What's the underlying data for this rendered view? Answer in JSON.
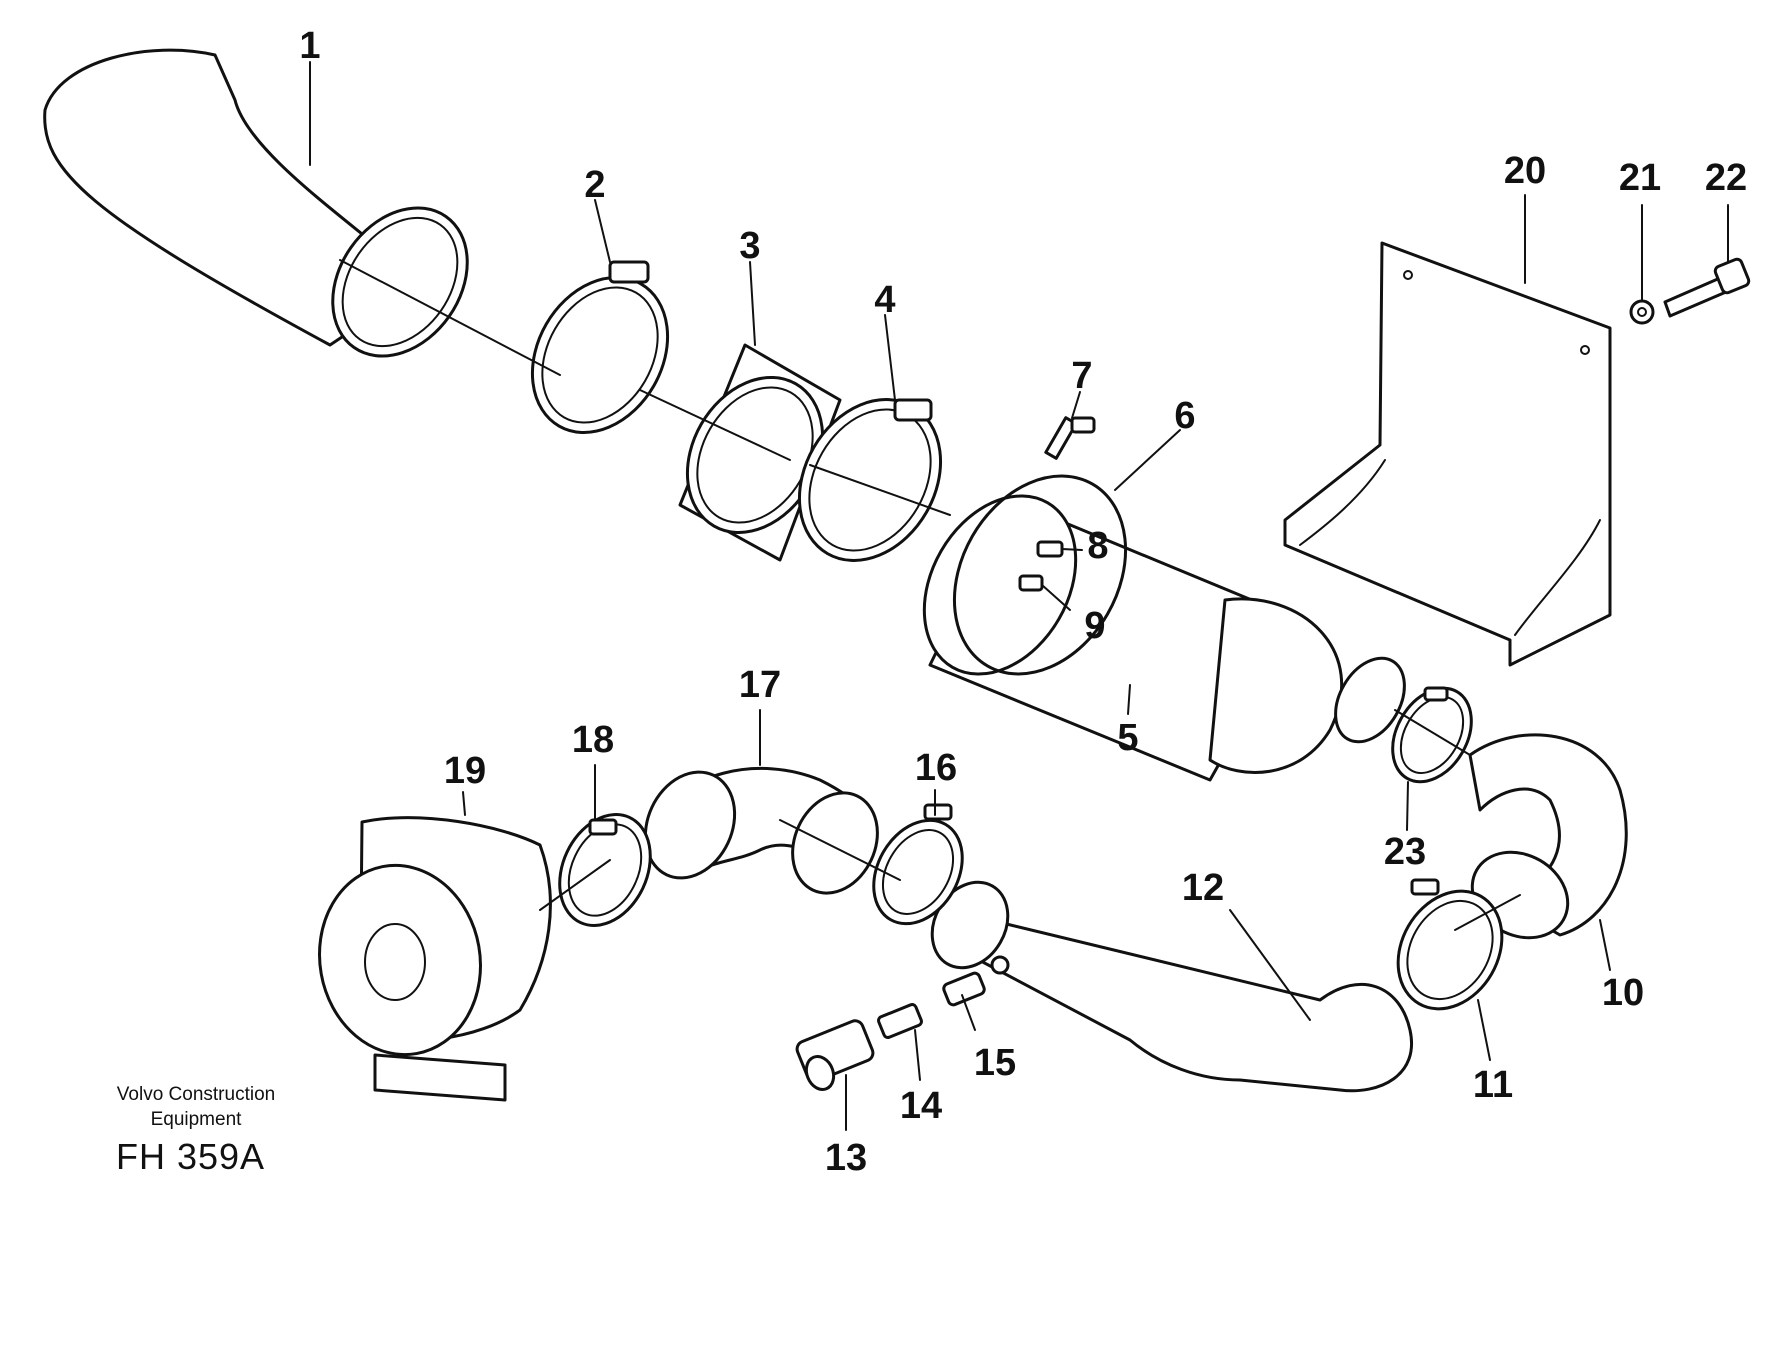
{
  "publisher": {
    "line1": "Volvo Construction",
    "line2": "Equipment"
  },
  "figure_code": "FH 359A",
  "callouts": [
    "1",
    "2",
    "3",
    "4",
    "5",
    "6",
    "7",
    "8",
    "9",
    "10",
    "11",
    "12",
    "13",
    "14",
    "15",
    "16",
    "17",
    "18",
    "19",
    "20",
    "21",
    "22",
    "23"
  ],
  "colors": {
    "ink": "#111111",
    "paper": "#ffffff"
  }
}
